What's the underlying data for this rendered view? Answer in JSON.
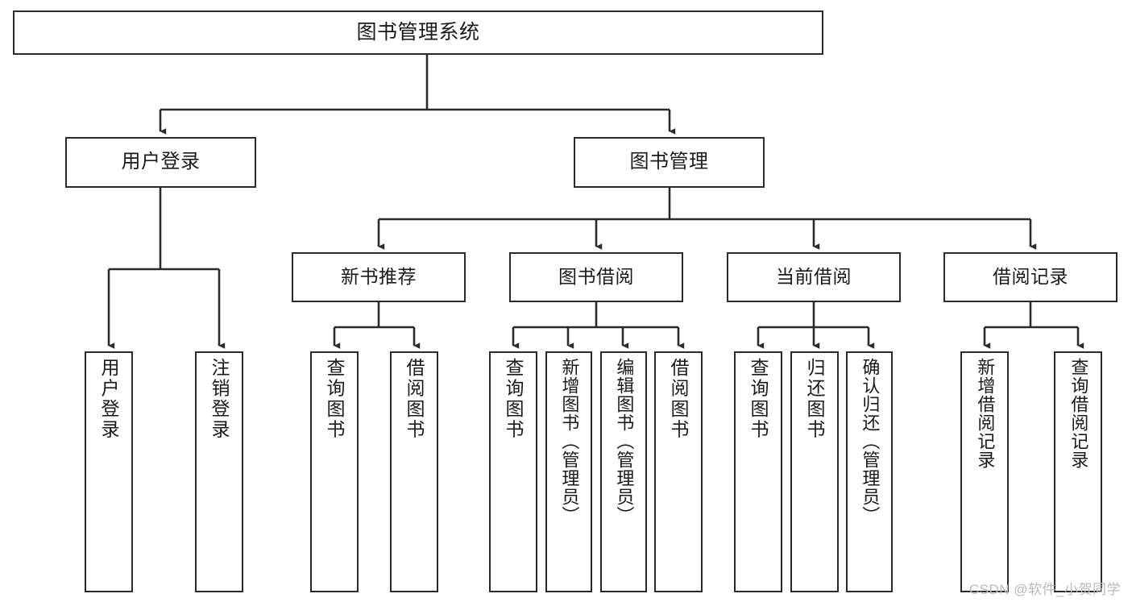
{
  "diagram": {
    "title": "图书管理系统",
    "type": "functional-structure-tree",
    "colors": {
      "background": "#ffffff",
      "node_border": "#2b2b2b",
      "node_fill": "#ffffff",
      "edge": "#2b2b2b",
      "text": "#1a1a1a",
      "watermark": "#b9b9b9"
    },
    "root": {
      "label": "图书管理系统"
    },
    "level1": [
      {
        "label": "用户登录"
      },
      {
        "label": "图书管理"
      }
    ],
    "level2": [
      {
        "label": "新书推荐"
      },
      {
        "label": "图书借阅"
      },
      {
        "label": "当前借阅"
      },
      {
        "label": "借阅记录"
      }
    ],
    "leaves": {
      "user_login": [
        {
          "label": "用户登录"
        },
        {
          "label": "注销登录"
        }
      ],
      "new_book_recommend": [
        {
          "label": "查询图书"
        },
        {
          "label": "借阅图书"
        }
      ],
      "book_borrow": [
        {
          "label": "查询图书"
        },
        {
          "label": "新增图书（管理员）"
        },
        {
          "label": "编辑图书（管理员）"
        },
        {
          "label": "借阅图书"
        }
      ],
      "current_borrow": [
        {
          "label": "查询图书"
        },
        {
          "label": "归还图书"
        },
        {
          "label": "确认归还（管理员）"
        }
      ],
      "borrow_record": [
        {
          "label": "新增借阅记录"
        },
        {
          "label": "查询借阅记录"
        }
      ]
    }
  },
  "watermark": {
    "text": "CSDN @软件_小贺同学"
  }
}
